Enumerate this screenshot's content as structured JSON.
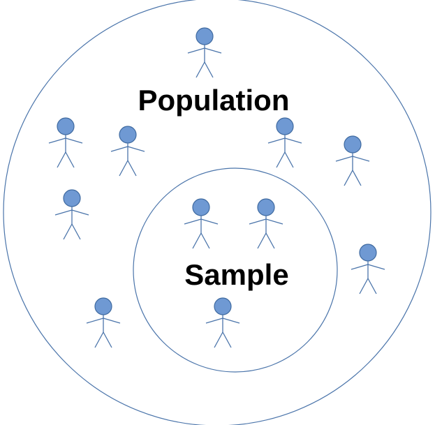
{
  "diagram": {
    "outer_label": "Population",
    "inner_label": "Sample",
    "colors": {
      "circle_stroke": "#4a74aa",
      "figure_head_fill": "#6f99d3",
      "figure_head_stroke": "#3f6aa0",
      "figure_stroke": "#4a74aa",
      "text": "#000000"
    },
    "population_figure_count": 8,
    "sample_figure_count": 3
  }
}
